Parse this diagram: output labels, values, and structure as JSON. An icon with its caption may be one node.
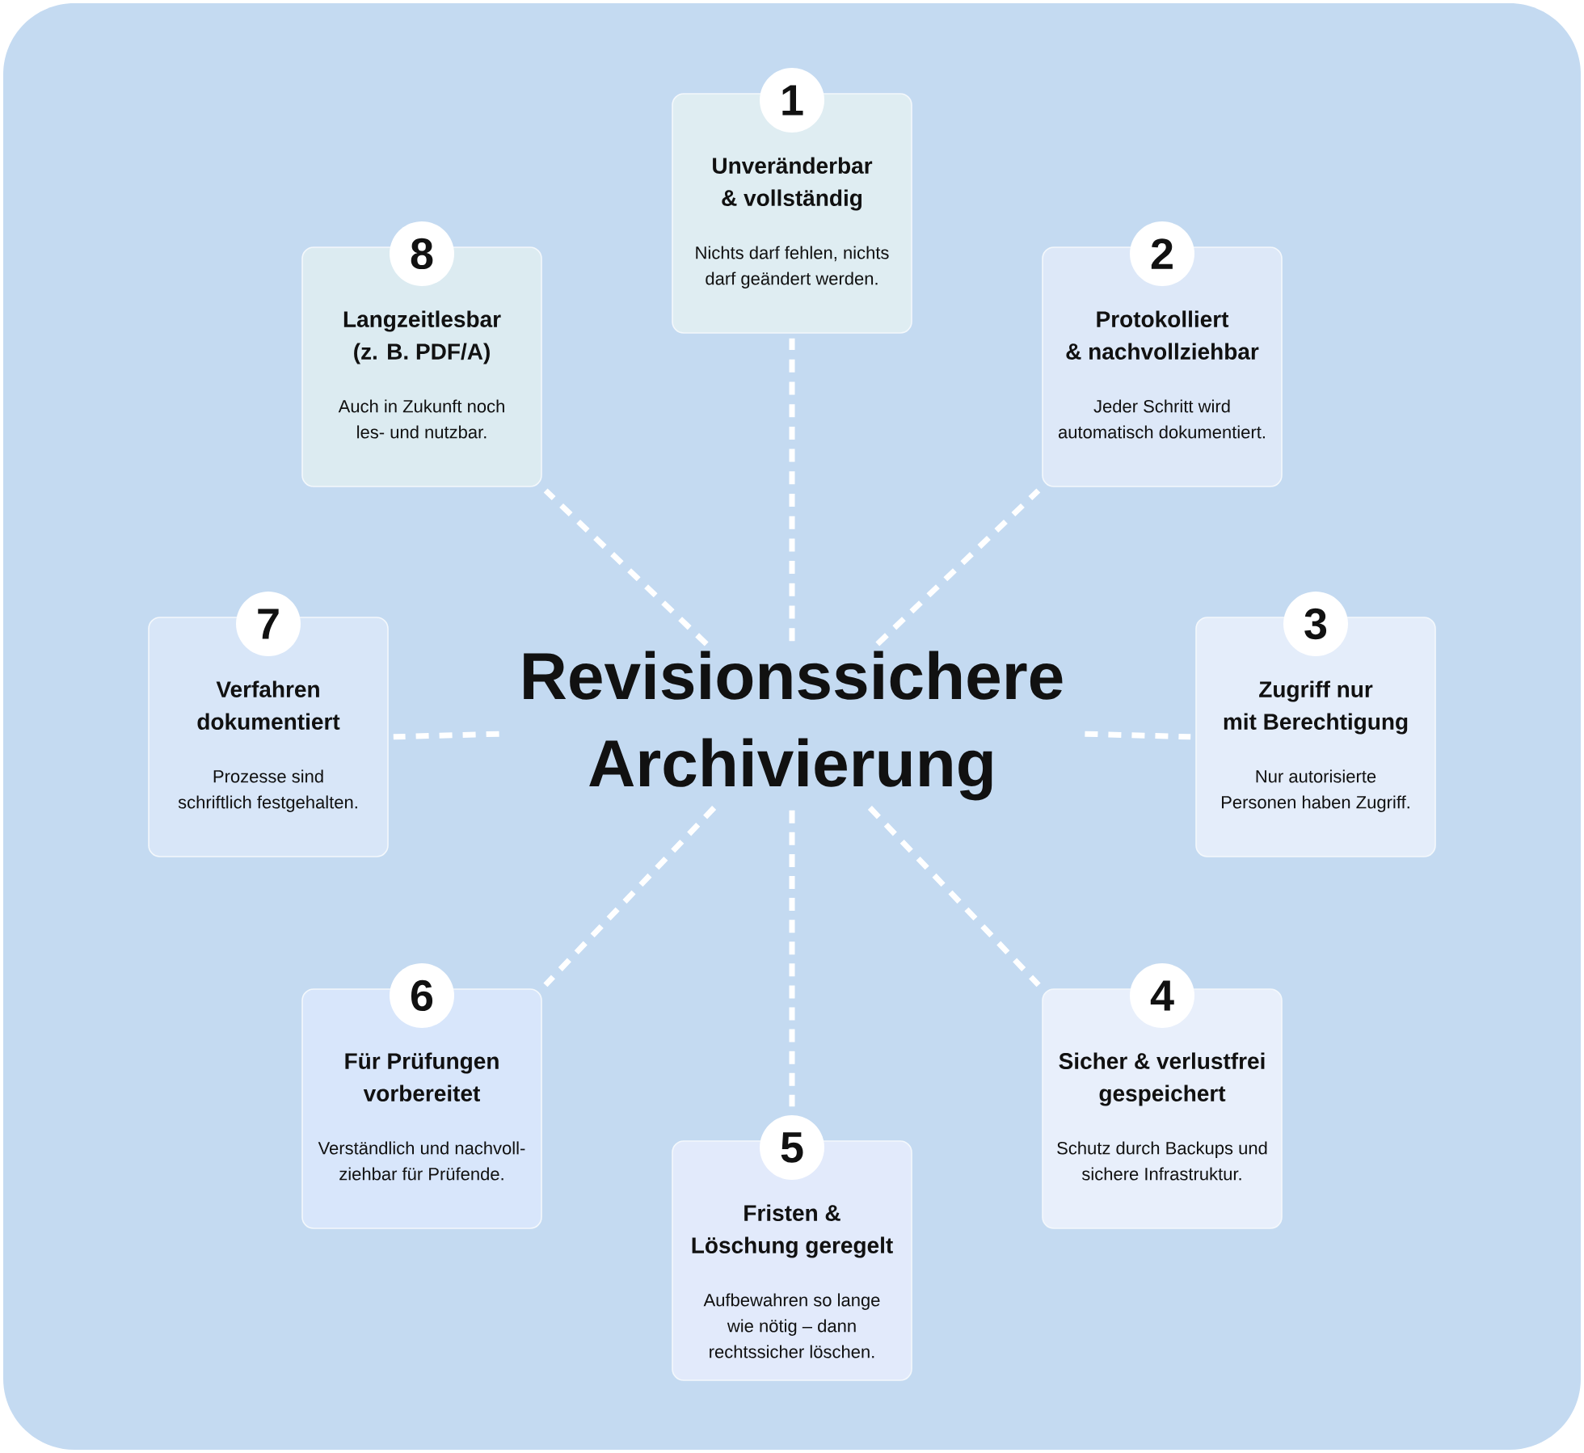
{
  "diagram": {
    "nodes": [
      {
        "text": [
          "Revisionssichere Archivierung"
        ]
      },
      {
        "text": [
          "1",
          "Unveränderbar & vollständig",
          "Nichts darf fehlen, nichts darf geändert werden."
        ]
      },
      {
        "text": [
          "2",
          "Protokolliert & nachvollziehbar",
          "Jeder Schritt wird automatisch dokumentiert."
        ]
      },
      {
        "text": [
          "3",
          "Zugriff nur mit Berechtigung",
          "Nur autorisierte Personen haben Zugriff."
        ]
      },
      {
        "text": [
          "4",
          "Sicher & verlustfrei gespeichert",
          "Schutz durch Backups und sichere Infrastruktur."
        ]
      },
      {
        "text": [
          "5",
          "Fristen & Löschung geregelt",
          "Aufbewahren so lange wie nötig – dann rechtssicher löschen."
        ]
      },
      {
        "text": [
          "6",
          "Für Prüfungen vorbereitet",
          "Verständlich und nachvoll-ziehbar für Prüfende."
        ]
      },
      {
        "text": [
          "7",
          "Verfahren dokumentiert",
          "Prozesse sind schriftlich festgehalten."
        ]
      },
      {
        "text": [
          "8",
          "Langzeitlesbar (z. B. PDF/A)",
          "Auch in Zukunft noch les- und nutzbar."
        ]
      }
    ],
    "edges": [
      {
        "from": 0,
        "to": 1,
        "arrow": "none",
        "style": "dashed"
      },
      {
        "from": 0,
        "to": 2,
        "arrow": "none",
        "style": "dashed"
      },
      {
        "from": 0,
        "to": 3,
        "arrow": "none",
        "style": "dashed"
      },
      {
        "from": 0,
        "to": 4,
        "arrow": "none",
        "style": "dashed"
      },
      {
        "from": 0,
        "to": 5,
        "arrow": "none",
        "style": "dashed"
      },
      {
        "from": 0,
        "to": 6,
        "arrow": "none",
        "style": "dashed"
      },
      {
        "from": 0,
        "to": 7,
        "arrow": "none",
        "style": "dashed"
      },
      {
        "from": 0,
        "to": 8,
        "arrow": "none",
        "style": "dashed"
      }
    ]
  }
}
